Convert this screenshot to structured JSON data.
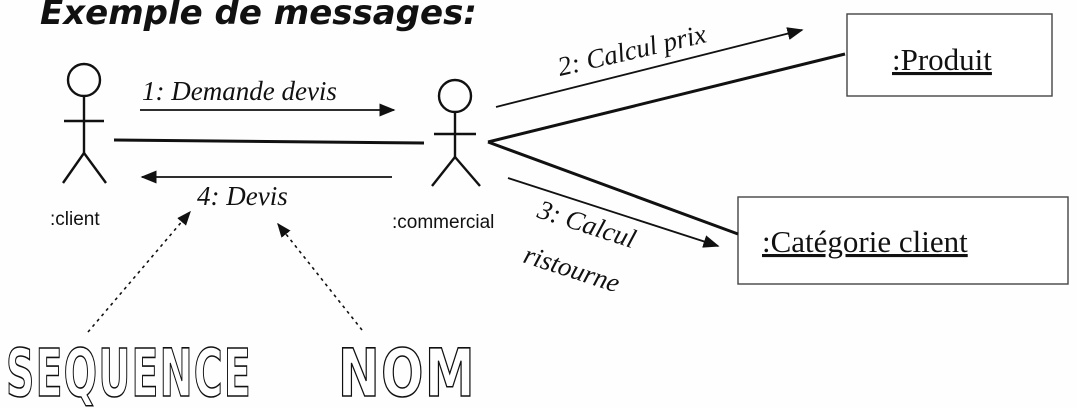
{
  "diagram": {
    "title": "Exemple de messages:",
    "actors": {
      "client": {
        "label": ":client"
      },
      "commercial": {
        "label": ":commercial"
      }
    },
    "objects": {
      "produit": {
        "label": ":Produit"
      },
      "categorie": {
        "label": ":Catégorie client"
      }
    },
    "messages": {
      "m1": "1: Demande devis",
      "m2": "2: Calcul prix",
      "m3_line1": "3: Calcul",
      "m3_line2": "ristourne",
      "m4": "4: Devis"
    },
    "annotations": {
      "sequence": "SEQUENCE",
      "nom": "NOM"
    }
  }
}
